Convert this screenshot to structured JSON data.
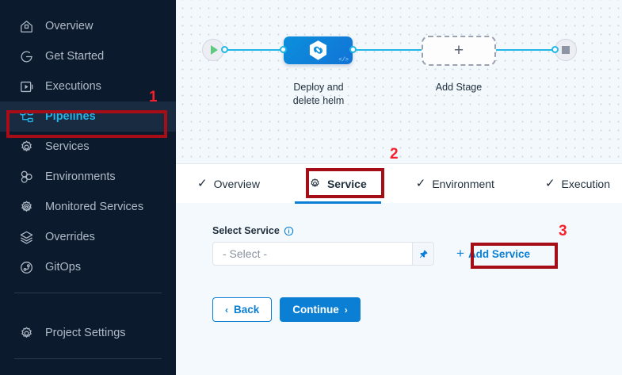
{
  "sidebar": {
    "items": [
      {
        "label": "Overview",
        "icon": "home-icon",
        "active": false
      },
      {
        "label": "Get Started",
        "icon": "rocket-circle-icon",
        "active": false
      },
      {
        "label": "Executions",
        "icon": "play-box-icon",
        "active": false
      },
      {
        "label": "Pipelines",
        "icon": "pipeline-nodes-icon",
        "active": true
      },
      {
        "label": "Services",
        "icon": "gear-icon",
        "active": false
      },
      {
        "label": "Environments",
        "icon": "venn-circles-icon",
        "active": false
      },
      {
        "label": "Monitored Services",
        "icon": "gear-target-icon",
        "active": false
      },
      {
        "label": "Overrides",
        "icon": "layers-icon",
        "active": false
      },
      {
        "label": "GitOps",
        "icon": "gitops-circle-icon",
        "active": false
      }
    ],
    "footer": {
      "label": "Project Settings",
      "icon": "gear-icon"
    },
    "colors": {
      "background": "#0b1b2d",
      "active_bg": "#182b41",
      "active_text": "#25b3e8",
      "text": "#b0bac7"
    }
  },
  "canvas": {
    "start_node": {
      "name": "start-node",
      "icon": "play-triangle-icon"
    },
    "end_node": {
      "name": "end-node",
      "icon": "stop-square-icon"
    },
    "stage": {
      "caption_line1": "Deploy and",
      "caption_line2": "delete helm",
      "icon": "hexagon-chain-icon",
      "code_tag": "</>",
      "color": "#0b8fdc"
    },
    "add_stage": {
      "caption": "Add Stage",
      "icon": "plus-icon"
    },
    "connector_color": "#21b8e8"
  },
  "tabs": [
    {
      "label": "Overview",
      "icon": "check-icon",
      "selected": false
    },
    {
      "label": "Service",
      "icon": "gear-icon",
      "selected": true
    },
    {
      "label": "Environment",
      "icon": "check-icon",
      "selected": false
    },
    {
      "label": "Execution",
      "icon": "check-icon",
      "selected": false
    }
  ],
  "form": {
    "select_service_label": "Select Service",
    "info_icon": "info-icon",
    "select_placeholder": "- Select -",
    "pin_icon": "pushpin-icon",
    "add_service_label": "Add Service",
    "add_service_plus": "+",
    "back_label": "Back",
    "back_chevron": "‹",
    "continue_label": "Continue",
    "continue_chevron": "›"
  },
  "annotations": [
    {
      "number": "1",
      "target": "sidebar-item-pipelines"
    },
    {
      "number": "2",
      "target": "tab-service"
    },
    {
      "number": "3",
      "target": "add-service-link"
    }
  ],
  "colors": {
    "annotation_box": "#a50d17",
    "annotation_number": "#f81f2d",
    "primary": "#0b7fd4"
  }
}
